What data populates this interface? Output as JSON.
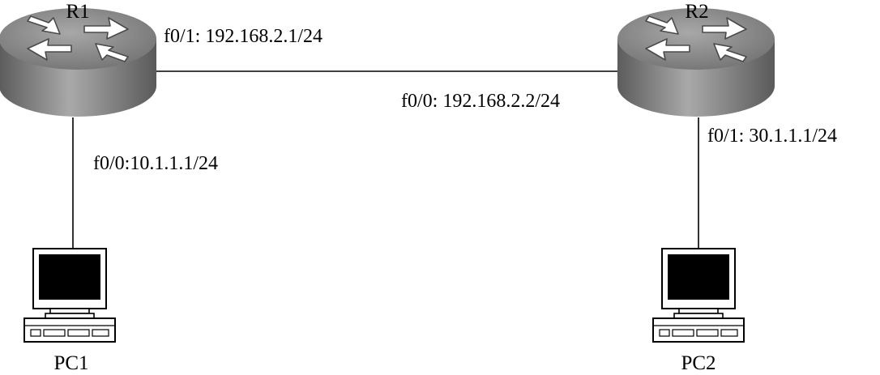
{
  "diagram": {
    "routers": [
      {
        "id": "R1",
        "label": "R1"
      },
      {
        "id": "R2",
        "label": "R2"
      }
    ],
    "pcs": [
      {
        "id": "PC1",
        "label": "PC1"
      },
      {
        "id": "PC2",
        "label": "PC2"
      }
    ],
    "interfaces": {
      "r1_f01": "f0/1: 192.168.2.1/24",
      "r1_f00": "f0/0:10.1.1.1/24",
      "r2_f00": "f0/0: 192.168.2.2/24",
      "r2_f01": "f0/1: 30.1.1.1/24"
    },
    "links": [
      {
        "from": "R1",
        "to": "R2"
      },
      {
        "from": "R1",
        "to": "PC1"
      },
      {
        "from": "R2",
        "to": "PC2"
      }
    ]
  }
}
